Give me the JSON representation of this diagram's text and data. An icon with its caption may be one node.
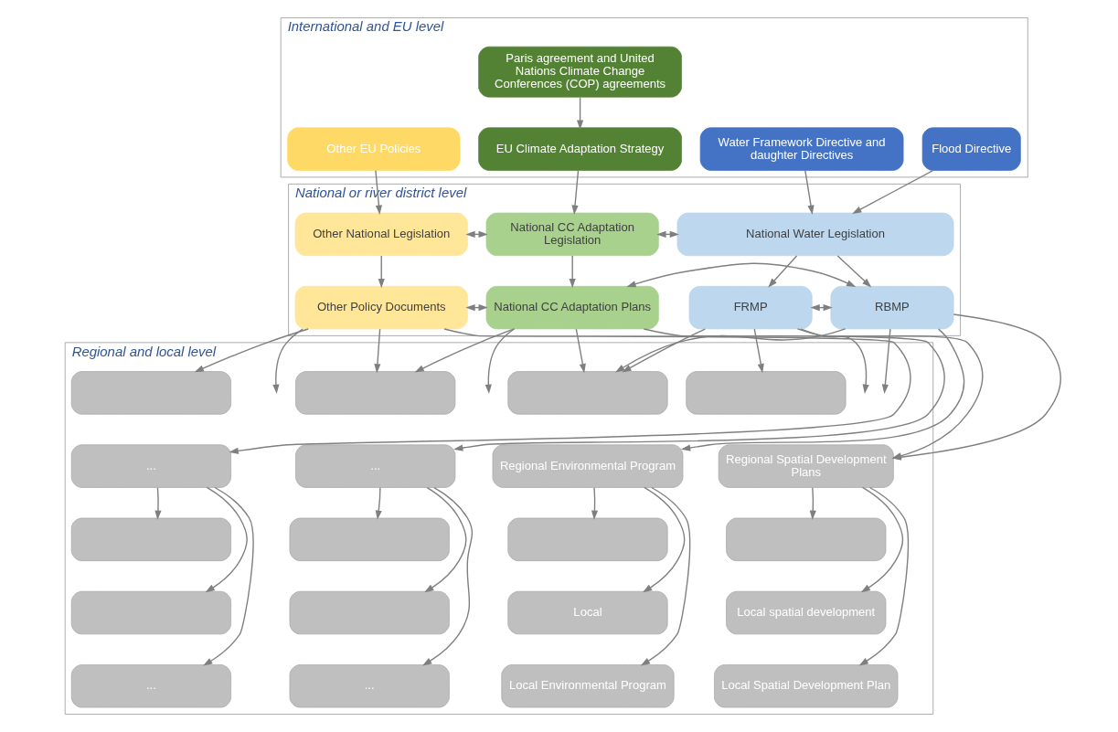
{
  "diagram": {
    "nodes": [
      {
        "text": [
          "International and EU level"
        ]
      },
      {
        "text": [
          "National or river district level"
        ]
      },
      {
        "text": [
          "Regional and local level"
        ]
      },
      {
        "text": [
          "Paris agreement and United Nations Climate Change Conferences (COP) agreements"
        ],
        "in": 0
      },
      {
        "text": [
          "Flood Directive"
        ],
        "in": 0
      },
      {
        "text": [
          "Water Framework Directive and daughter Directives"
        ],
        "in": 0
      },
      {
        "text": [
          "EU Climate Adaptation Strategy"
        ],
        "in": 0
      },
      {
        "text": [
          "Other EU Policies"
        ],
        "in": 0
      },
      {
        "text": [
          "National Water Legislation"
        ],
        "in": 1
      },
      {
        "text": [
          "National CC Adaptation Legislation"
        ],
        "in": 1
      },
      {
        "text": [
          "Other National Legislation"
        ],
        "in": 1
      },
      {
        "text": [
          "FRMP"
        ],
        "in": 1
      },
      {
        "text": [
          "RBMP"
        ],
        "in": 1
      },
      {
        "text": [
          "National CC Adaptation Plans"
        ],
        "in": 1
      },
      {
        "text": [
          "Other Policy Documents"
        ],
        "in": 1
      },
      {
        "text": [],
        "shape": "box",
        "in": 2
      },
      {
        "text": [],
        "shape": "box",
        "in": 2
      },
      {
        "text": [],
        "shape": "box",
        "in": 2
      },
      {
        "text": [],
        "shape": "box",
        "in": 2
      },
      {
        "text": [
          "Regional Spatial Development Plans"
        ],
        "in": 2
      },
      {
        "text": [
          "Regional Environmental Program"
        ],
        "in": 2
      },
      {
        "text": [
          "..."
        ],
        "in": 2
      },
      {
        "text": [
          "..."
        ],
        "in": 2
      },
      {
        "text": [],
        "shape": "box",
        "in": 2
      },
      {
        "text": [],
        "shape": "box",
        "in": 2
      },
      {
        "text": [],
        "shape": "box",
        "in": 2
      },
      {
        "text": [],
        "shape": "box",
        "in": 2
      },
      {
        "text": [
          "Local spatial development"
        ],
        "in": 2
      },
      {
        "text": [
          "Local"
        ],
        "in": 2
      },
      {
        "text": [],
        "shape": "box",
        "in": 2
      },
      {
        "text": [],
        "shape": "box",
        "in": 2
      },
      {
        "text": [
          "Local Spatial Development Plan"
        ],
        "in": 2
      },
      {
        "text": [
          "Local Environmental Program"
        ],
        "in": 2
      },
      {
        "text": [
          "..."
        ],
        "in": 2
      },
      {
        "text": [
          "..."
        ],
        "in": 2
      }
    ],
    "edges": [
      {
        "from": 3,
        "to": 6,
        "arrow": "to"
      },
      {
        "from": 4,
        "to": 8,
        "arrow": "to"
      },
      {
        "from": 5,
        "to": 8,
        "arrow": "to"
      },
      {
        "from": 6,
        "to": 9,
        "arrow": "to"
      },
      {
        "from": 7,
        "to": 10,
        "arrow": "to"
      },
      {
        "from": 8,
        "to": 9,
        "arrow": "both"
      },
      {
        "from": 9,
        "to": 10,
        "arrow": "both"
      },
      {
        "from": 8,
        "to": 11,
        "arrow": "to"
      },
      {
        "from": 8,
        "to": 12,
        "arrow": "to"
      },
      {
        "from": 9,
        "to": 13,
        "arrow": "to"
      },
      {
        "from": 10,
        "to": 14,
        "arrow": "to"
      },
      {
        "from": 11,
        "to": 12,
        "arrow": "both"
      },
      {
        "from": 12,
        "to": 13,
        "arrow": "both"
      },
      {
        "from": 13,
        "to": 14,
        "arrow": "both"
      },
      {
        "from": 11,
        "to": 15,
        "arrow": "to"
      },
      {
        "from": 11,
        "to": 19,
        "arrow": "to"
      },
      {
        "from": 11,
        "to": 16,
        "arrow": "to"
      },
      {
        "from": 11,
        "to": null,
        "arrow": "to"
      },
      {
        "from": 12,
        "to": 19,
        "arrow": "to"
      },
      {
        "from": 12,
        "to": 20,
        "arrow": "to"
      },
      {
        "from": 12,
        "to": 16,
        "arrow": "to"
      },
      {
        "from": 12,
        "to": null,
        "arrow": "to"
      },
      {
        "from": 13,
        "to": 16,
        "arrow": "to"
      },
      {
        "from": 13,
        "to": 21,
        "arrow": "to"
      },
      {
        "from": 13,
        "to": 17,
        "arrow": "to"
      },
      {
        "from": 13,
        "to": null,
        "arrow": "to"
      },
      {
        "from": 14,
        "to": null,
        "arrow": "to"
      },
      {
        "from": 14,
        "to": 17,
        "arrow": "to"
      },
      {
        "from": 14,
        "to": 22,
        "arrow": "to"
      },
      {
        "from": 14,
        "to": 18,
        "arrow": "to"
      },
      {
        "from": 19,
        "to": 23,
        "arrow": "to"
      },
      {
        "from": 19,
        "to": 27,
        "arrow": "to"
      },
      {
        "from": 19,
        "to": 31,
        "arrow": "to"
      },
      {
        "from": 20,
        "to": 24,
        "arrow": "to"
      },
      {
        "from": 20,
        "to": 28,
        "arrow": "to"
      },
      {
        "from": 20,
        "to": 32,
        "arrow": "to"
      },
      {
        "from": 21,
        "to": 25,
        "arrow": "to"
      },
      {
        "from": 21,
        "to": 29,
        "arrow": "to"
      },
      {
        "from": 21,
        "to": 33,
        "arrow": "to"
      },
      {
        "from": 22,
        "to": 26,
        "arrow": "to"
      },
      {
        "from": 22,
        "to": 30,
        "arrow": "to"
      },
      {
        "from": 22,
        "to": 34,
        "arrow": "to"
      }
    ]
  }
}
